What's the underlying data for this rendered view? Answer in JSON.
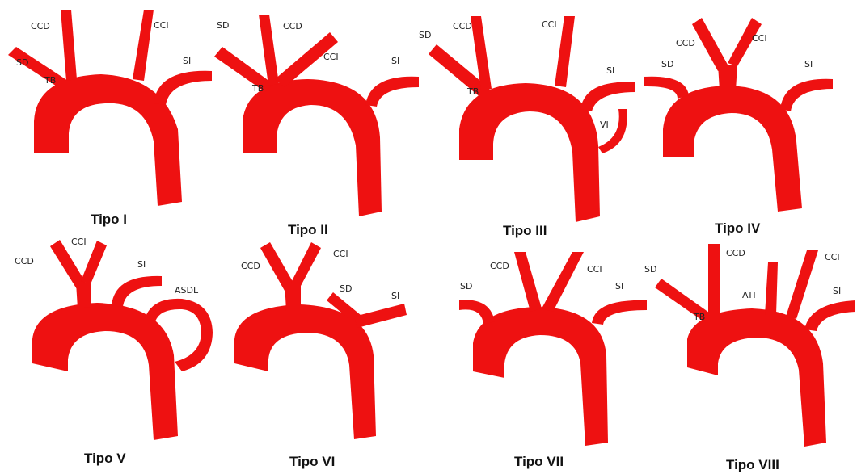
{
  "colors": {
    "vessel": "#ee1111",
    "text": "#222222",
    "background": "#ffffff"
  },
  "panels": [
    {
      "title": "Tipo I",
      "labels": {
        "l1": "CCD",
        "l2": "CCI",
        "l3": "SD",
        "l4": "TB",
        "l5": "SI"
      }
    },
    {
      "title": "Tipo II",
      "labels": {
        "l1": "SD",
        "l2": "CCD",
        "l3": "CCI",
        "l4": "TB",
        "l5": "SI"
      }
    },
    {
      "title": "Tipo III",
      "labels": {
        "l1": "SD",
        "l2": "CCD",
        "l3": "CCI",
        "l4": "TB",
        "l5": "SI",
        "l6": "VI"
      }
    },
    {
      "title": "Tipo IV",
      "labels": {
        "l1": "CCD",
        "l2": "CCI",
        "l3": "SD",
        "l4": "SI"
      }
    },
    {
      "title": "Tipo V",
      "labels": {
        "l1": "CCD",
        "l2": "CCI",
        "l3": "SI",
        "l4": "ASDL"
      }
    },
    {
      "title": "Tipo VI",
      "labels": {
        "l1": "CCD",
        "l2": "CCI",
        "l3": "SD",
        "l4": "SI"
      }
    },
    {
      "title": "Tipo VII",
      "labels": {
        "l1": "CCD",
        "l2": "CCI",
        "l3": "SD",
        "l4": "SI"
      }
    },
    {
      "title": "Tipo VIII",
      "labels": {
        "l1": "SD",
        "l2": "CCD",
        "l3": "CCI",
        "l4": "TB",
        "l5": "ATI",
        "l6": "SI"
      }
    }
  ]
}
